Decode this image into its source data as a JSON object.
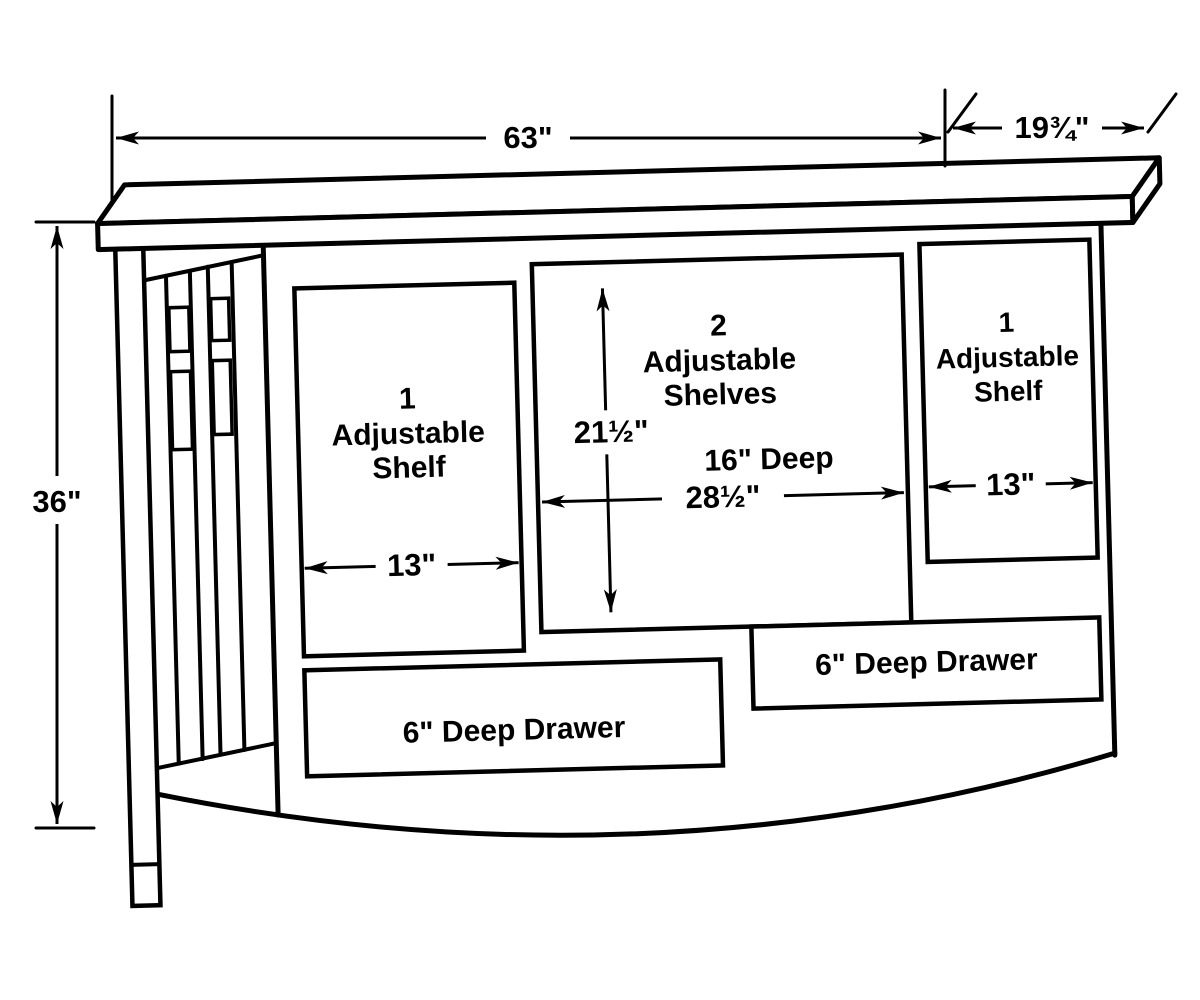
{
  "diagram": {
    "dimensions": {
      "width": "63\"",
      "depth": "19¾\"",
      "height": "36\"",
      "left_opening_width": "13\"",
      "center_opening_height": "21½\"",
      "center_depth": "16\" Deep",
      "center_opening_width": "28½\"",
      "right_opening_width": "13\""
    },
    "labels": {
      "left_compartment": {
        "line1": "1",
        "line2": "Adjustable",
        "line3": "Shelf"
      },
      "center_compartment": {
        "line1": "2",
        "line2": "Adjustable",
        "line3": "Shelves"
      },
      "right_compartment": {
        "line1": "1",
        "line2": "Adjustable",
        "line3": "Shelf"
      },
      "left_drawer": "6\" Deep Drawer",
      "right_drawer": "6\" Deep Drawer"
    },
    "colors": {
      "line": "#000000",
      "background": "#ffffff"
    }
  }
}
